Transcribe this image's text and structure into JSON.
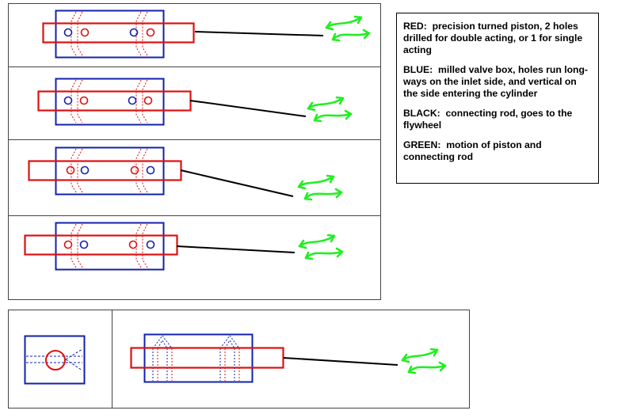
{
  "colors": {
    "piston": "#dd1111",
    "valve_box": "#1122aa",
    "connecting_rod": "#000000",
    "motion": "#22ee22",
    "frame": "#444444"
  },
  "legend": [
    {
      "key": "red",
      "label": "RED:",
      "text": "precision turned piston, 2 holes drilled for double acting, or 1 for single acting"
    },
    {
      "key": "blue",
      "label": "BLUE:",
      "text": "milled valve box, holes run long-ways on the inlet side, and vertical on the side entering the cylinder"
    },
    {
      "key": "black",
      "label": "BLACK:",
      "text": "connecting rod, goes to the flywheel"
    },
    {
      "key": "green",
      "label": "GREEN:",
      "text": "motion of piston and connecting rod"
    }
  ],
  "icons": [
    "motion-arrows-icon",
    "port-circle-icon"
  ]
}
